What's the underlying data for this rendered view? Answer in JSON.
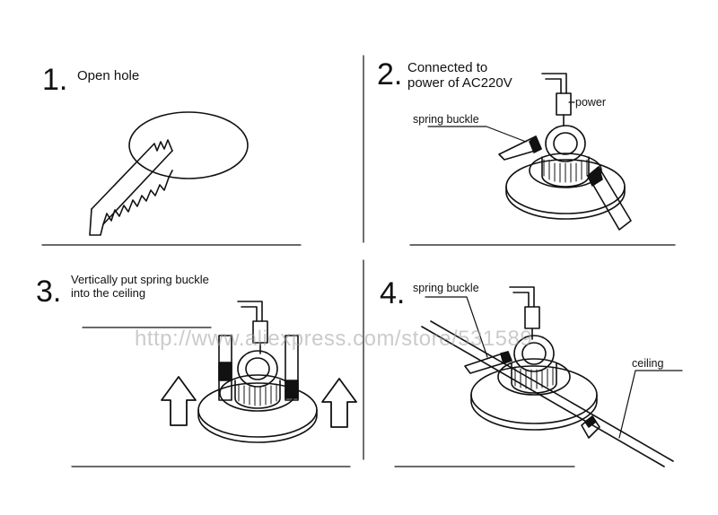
{
  "steps": [
    {
      "number": "1.",
      "caption": "Open hole"
    },
    {
      "number": "2.",
      "caption_line1": "Connected to",
      "caption_line2": "power of AC220V",
      "labels": {
        "power": "power",
        "spring_buckle": "spring buckle"
      }
    },
    {
      "number": "3.",
      "caption_line1": "Vertically put spring buckle",
      "caption_line2": "into the ceiling"
    },
    {
      "number": "4.",
      "labels": {
        "spring_buckle": "spring buckle",
        "ceiling": "ceiling"
      }
    }
  ],
  "watermark": "http://www.aliexpress.com/store/531589"
}
